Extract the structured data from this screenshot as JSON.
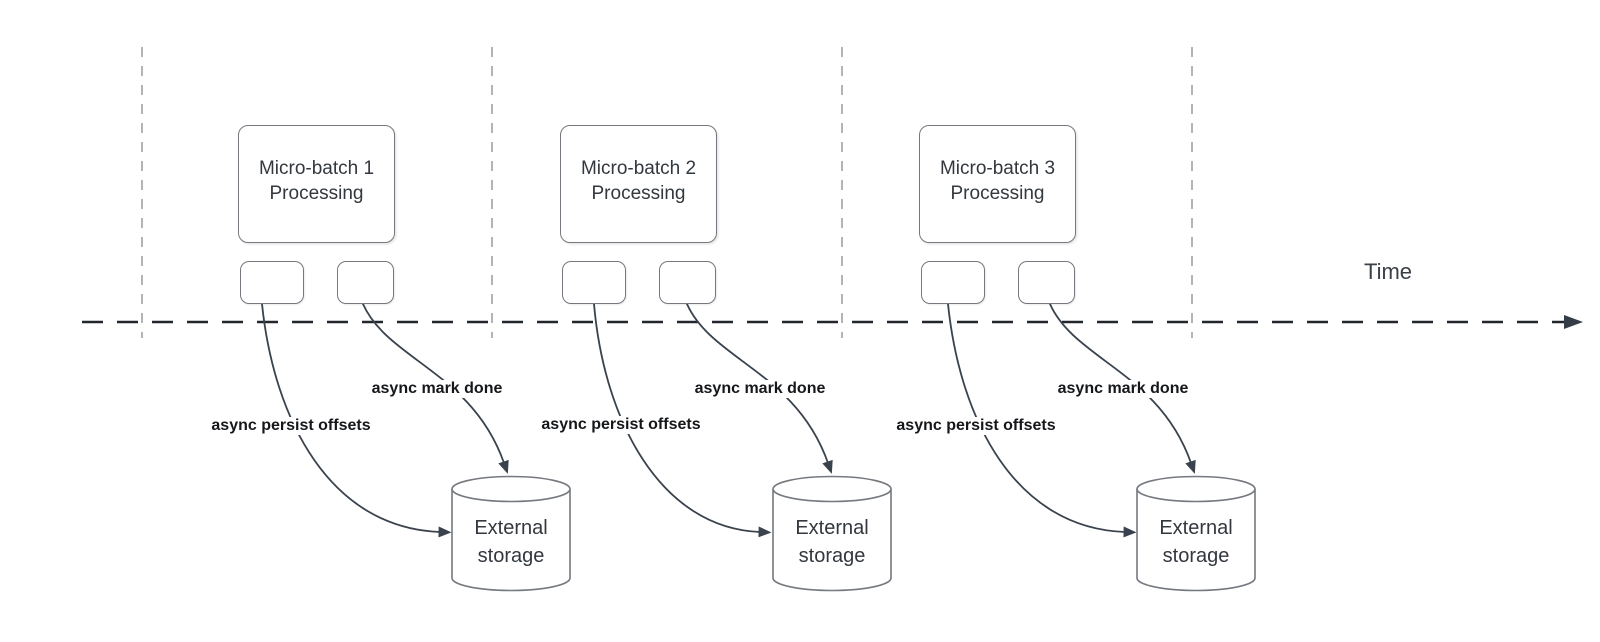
{
  "diagram": {
    "time_axis_label": "Time",
    "batches": [
      {
        "box_lines": [
          "Micro-batch 1",
          "Processing"
        ],
        "persist_label": "async persist offsets",
        "mark_done_label": "async mark done",
        "storage_lines": [
          "External",
          "storage"
        ]
      },
      {
        "box_lines": [
          "Micro-batch 2",
          "Processing"
        ],
        "persist_label": "async persist offsets",
        "mark_done_label": "async mark done",
        "storage_lines": [
          "External",
          "storage"
        ]
      },
      {
        "box_lines": [
          "Micro-batch 3",
          "Processing"
        ],
        "persist_label": "async persist offsets",
        "mark_done_label": "async mark done",
        "storage_lines": [
          "External",
          "storage"
        ]
      }
    ],
    "colors": {
      "axis_stroke": "#22272d",
      "axis_arrow_fill": "#343c46",
      "guide_stroke": "#b4b4b4",
      "shape_stroke": "#75797f",
      "connector_stroke": "#3a434d",
      "shape_text": "#33383e",
      "edge_label_text": "#15171a"
    }
  }
}
